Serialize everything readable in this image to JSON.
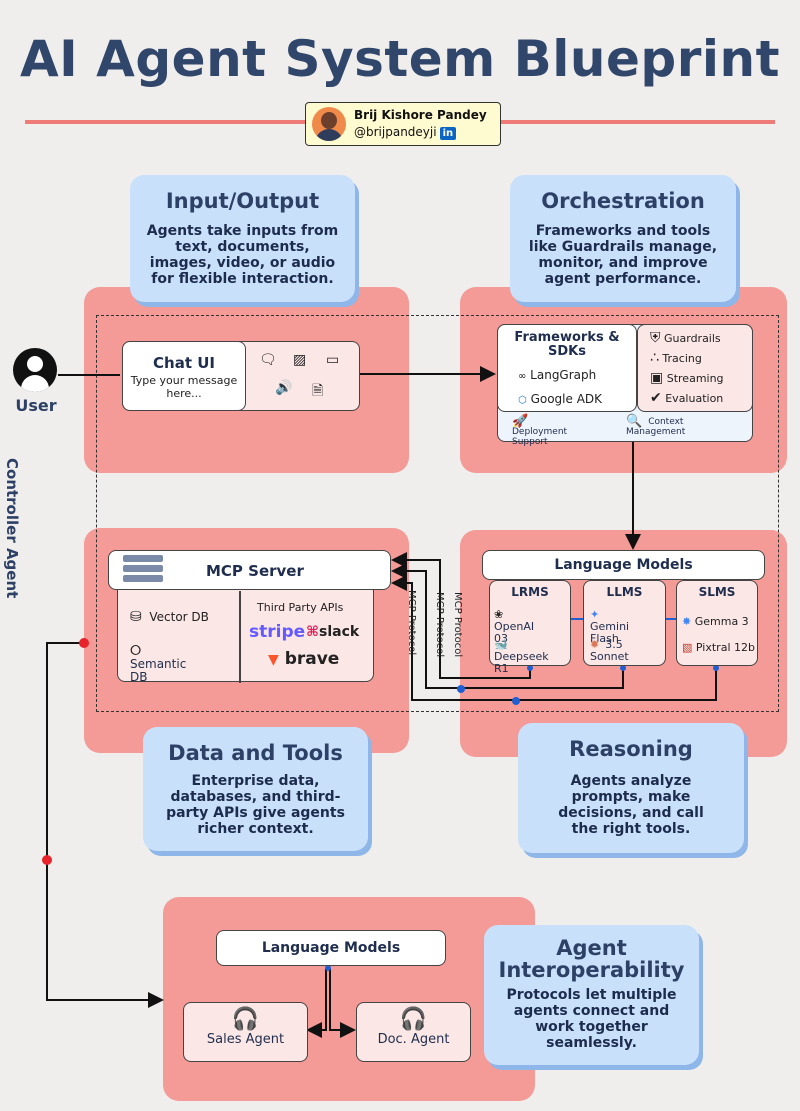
{
  "title": "AI Agent System Blueprint",
  "author": {
    "name": "Brij Kishore Pandey",
    "handle": "@brijpandeyji",
    "linkedin": "in"
  },
  "user": {
    "label": "User"
  },
  "controller_label": "Controller Agent",
  "io": {
    "heading": "Input/Output",
    "desc": [
      "Agents take inputs from",
      "text, documents,",
      "images, video, or audio",
      "for flexible interaction."
    ],
    "chat_title": "Chat UI",
    "chat_placeholder": [
      "Type your message",
      "here..."
    ]
  },
  "orchestration": {
    "heading": "Orchestration",
    "desc": [
      "Frameworks and tools",
      "like Guardrails manage,",
      "monitor, and improve",
      "agent performance."
    ],
    "frameworks_title": [
      "Frameworks &",
      "SDKs"
    ],
    "frameworks": [
      "LangGraph",
      "Google ADK"
    ],
    "tools": [
      "Guardrails",
      "Tracing",
      "Streaming",
      "Evaluation"
    ],
    "bottom": [
      [
        "Deployment",
        "Support"
      ],
      [
        "Context",
        "Management"
      ]
    ]
  },
  "data_tools": {
    "heading": "Data and Tools",
    "desc": [
      "Enterprise data,",
      "databases, and third-",
      "party APIs give agents",
      "richer context."
    ],
    "mcp_title": "MCP Server",
    "dbs": [
      "Vector DB",
      [
        "Semantic",
        "DB"
      ]
    ],
    "third_party_title": "Third Party APIs",
    "apis": [
      "stripe",
      "slack",
      "brave"
    ]
  },
  "reasoning": {
    "heading": "Reasoning",
    "desc": [
      "Agents analyze",
      "prompts, make",
      "decisions, and call",
      "the right tools."
    ],
    "lm_title": "Language Models",
    "cols": [
      {
        "title": "LRMS",
        "items": [
          [
            "OpenAI",
            "03"
          ],
          [
            "Deepseek",
            "R1"
          ]
        ]
      },
      {
        "title": "LLMS",
        "items": [
          [
            "Gemini",
            "Flash"
          ],
          [
            "3.5",
            "Sonnet"
          ]
        ]
      },
      {
        "title": "SLMS",
        "items": [
          [
            "Gemma 3"
          ],
          [
            "Pixtral 12b"
          ]
        ]
      }
    ],
    "protocol": "MCP Protocol"
  },
  "interop": {
    "heading": [
      "Agent",
      "Interoperability"
    ],
    "desc": [
      "Protocols let multiple",
      "agents connect and",
      "work together",
      "seamlessly."
    ],
    "lm_title": "Language Models",
    "agents": [
      "Sales Agent",
      "Doc. Agent"
    ]
  },
  "colors": {
    "panel": "#f49a97",
    "blue_box": "#c9e0fb",
    "title": "#30466b",
    "accent": "#ef7b76"
  }
}
